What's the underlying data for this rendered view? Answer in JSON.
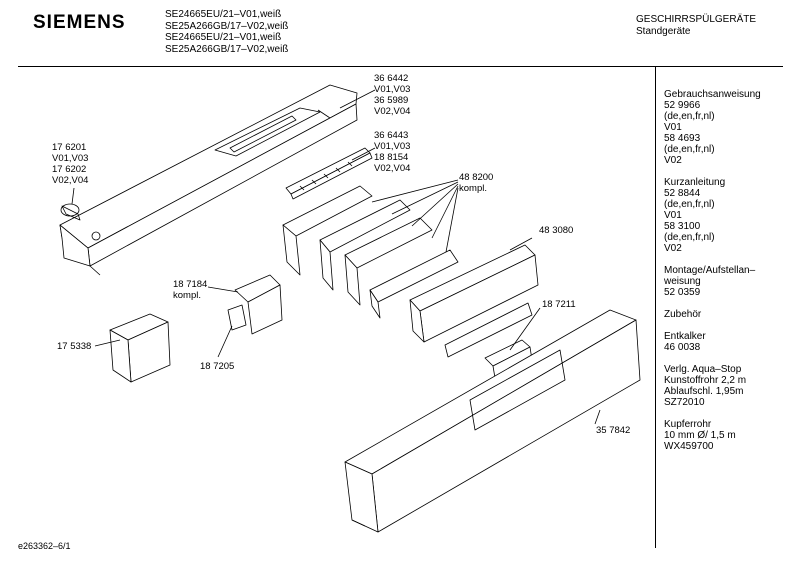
{
  "header": {
    "brand": "SIEMENS",
    "models": [
      "SE24665EU/21–V01,weiß",
      "SE25A266GB/17–V02,weiß",
      "SE24665EU/21–V01,weiß",
      "SE25A266GB/17–V02,weiß"
    ],
    "category": "GESCHIRRSPÜLGERÄTE",
    "subcategory": "Standgeräte"
  },
  "sidebar": {
    "blocks": [
      [
        "Gebrauchsanweisung",
        "52 9966",
        "(de,en,fr,nl)",
        "V01",
        "58 4693",
        "(de,en,fr,nl)",
        "V02"
      ],
      [
        "Kurzanleitung",
        "52 8844",
        "(de,en,fr,nl)",
        "V01",
        "58 3100",
        "(de,en,fr,nl)",
        "V02"
      ],
      [
        "Montage/Aufstellan–",
        "weisung",
        "52 0359"
      ],
      [
        "Zubehör"
      ],
      [
        "Entkalker",
        "46 0038"
      ],
      [
        "Verlg. Aqua–Stop",
        "Kunstoffrohr 2,2 m",
        "Ablaufschl. 1,95m",
        "SZ72010"
      ],
      [
        "Kupferrohr",
        "10 mm Ø/ 1,5 m",
        "WX459700"
      ]
    ]
  },
  "parts": {
    "p366442": [
      "36 6442",
      "V01,V03",
      "36 5989",
      "V02,V04"
    ],
    "p366443": [
      "36 6443",
      "V01,V03",
      "18 8154",
      "V02,V04"
    ],
    "p176201": [
      "17 6201",
      "V01,V03",
      "17 6202",
      "V02,V04"
    ],
    "p488200": [
      "48 8200",
      "kompl."
    ],
    "p483080": [
      "48 3080"
    ],
    "p187184": [
      "18 7184",
      "kompl."
    ],
    "p175338": [
      "17 5338"
    ],
    "p187205": [
      "18 7205"
    ],
    "p187211": [
      "18 7211"
    ],
    "p357842": [
      "35 7842"
    ]
  },
  "footer": {
    "doc_id": "e263362–6/1"
  }
}
